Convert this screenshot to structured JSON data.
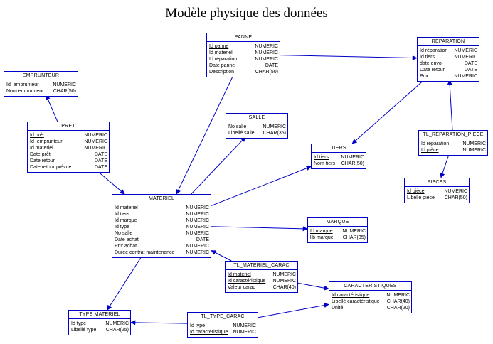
{
  "diagram": {
    "title": "Modèle physique des données",
    "tables": [
      {
        "id": "panne",
        "name": "PANNE",
        "columns": [
          {
            "name": "Id panne",
            "type": "NUMERIC",
            "pk": true
          },
          {
            "name": "Id materiel",
            "type": "NUMERIC",
            "pk": false
          },
          {
            "name": "Id réparation",
            "type": "NUMERIC",
            "pk": false
          },
          {
            "name": "Date panne",
            "type": "DATE",
            "pk": false
          },
          {
            "name": "Description",
            "type": "CHAR(50)",
            "pk": false
          }
        ]
      },
      {
        "id": "reparation",
        "name": "REPARATION",
        "columns": [
          {
            "name": "Id réparation",
            "type": "NUMERIC",
            "pk": true
          },
          {
            "name": "Id tiers",
            "type": "NUMERIC",
            "pk": false
          },
          {
            "name": "date envoi",
            "type": "DATE",
            "pk": false
          },
          {
            "name": "Date retour",
            "type": "DATE",
            "pk": false
          },
          {
            "name": "Prix",
            "type": "NUMERIC",
            "pk": false
          }
        ]
      },
      {
        "id": "emprunteur",
        "name": "EMPRUNTEUR",
        "columns": [
          {
            "name": "Id_emprunteur",
            "type": "NUMERIC",
            "pk": true
          },
          {
            "name": "Nom emprunteur",
            "type": "CHAR(50)",
            "pk": false
          }
        ]
      },
      {
        "id": "pret",
        "name": "PRET",
        "columns": [
          {
            "name": "Id prêt",
            "type": "NUMERIC",
            "pk": true
          },
          {
            "name": "Id_emprunteur",
            "type": "NUMERIC",
            "pk": false
          },
          {
            "name": "Id materiel",
            "type": "NUMERIC",
            "pk": false
          },
          {
            "name": "Date prêt",
            "type": "DATE",
            "pk": false
          },
          {
            "name": "Date retour",
            "type": "DATE",
            "pk": false
          },
          {
            "name": "Date retour prévue",
            "type": "DATE",
            "pk": false
          }
        ]
      },
      {
        "id": "salle",
        "name": "SALLE",
        "columns": [
          {
            "name": "No salle",
            "type": "NUMERIC",
            "pk": true
          },
          {
            "name": "Libellé salle",
            "type": "CHAR(35)",
            "pk": false
          }
        ]
      },
      {
        "id": "tiers",
        "name": "TIERS",
        "columns": [
          {
            "name": "Id tiers",
            "type": "NUMERIC",
            "pk": true
          },
          {
            "name": "Nom tiers",
            "type": "CHAR(50)",
            "pk": false
          }
        ]
      },
      {
        "id": "tl_reparation_piece",
        "name": "TL_REPARATION_PIECE",
        "columns": [
          {
            "name": "Id réparation",
            "type": "NUMERIC",
            "pk": true
          },
          {
            "name": "Id pièce",
            "type": "NUMERIC",
            "pk": true
          }
        ]
      },
      {
        "id": "pieces",
        "name": "PIECES",
        "columns": [
          {
            "name": "Id pièce",
            "type": "NUMERIC",
            "pk": true
          },
          {
            "name": "Libelle pièce",
            "type": "CHAR(50)",
            "pk": false
          }
        ]
      },
      {
        "id": "materiel",
        "name": "MATERIEL",
        "columns": [
          {
            "name": "Id materiel",
            "type": "NUMERIC",
            "pk": true
          },
          {
            "name": "Id tiers",
            "type": "NUMERIC",
            "pk": false
          },
          {
            "name": "Id marque",
            "type": "NUMERIC",
            "pk": false
          },
          {
            "name": "Id type",
            "type": "NUMERIC",
            "pk": false
          },
          {
            "name": "No salle",
            "type": "NUMERIC",
            "pk": false
          },
          {
            "name": "Date achat",
            "type": "DATE",
            "pk": false
          },
          {
            "name": "Prix achat",
            "type": "NUMERIC",
            "pk": false
          },
          {
            "name": "Durée contrat maintenance",
            "type": "NUMERIC",
            "pk": false
          }
        ]
      },
      {
        "id": "marque",
        "name": "MARQUE",
        "columns": [
          {
            "name": "Id marque",
            "type": "NUMERIC",
            "pk": true
          },
          {
            "name": "lib marque",
            "type": "CHAR(35)",
            "pk": false
          }
        ]
      },
      {
        "id": "tl_materiel_carac",
        "name": "TL_MATERIEL_CARAC",
        "columns": [
          {
            "name": "Id materiel",
            "type": "NUMERIC",
            "pk": true
          },
          {
            "name": "Id caractéristique",
            "type": "NUMERIC",
            "pk": true
          },
          {
            "name": "Valeur carac",
            "type": "CHAR(40)",
            "pk": false
          }
        ]
      },
      {
        "id": "caracteristiques",
        "name": "CARACTERISTIQUES",
        "columns": [
          {
            "name": "Id caractéristique",
            "type": "NUMERIC",
            "pk": true
          },
          {
            "name": "Libellé caractéristique",
            "type": "CHAR(40)",
            "pk": false
          },
          {
            "name": "Unité",
            "type": "CHAR(20)",
            "pk": false
          }
        ]
      },
      {
        "id": "type_materiel",
        "name": "TYPE MATERIEL",
        "columns": [
          {
            "name": "Id type",
            "type": "NUMERIC",
            "pk": true
          },
          {
            "name": "Libellé type",
            "type": "CHAR(25)",
            "pk": false
          }
        ]
      },
      {
        "id": "tl_type_carac",
        "name": "TL_TYPE_CARAC",
        "columns": [
          {
            "name": "Id type",
            "type": "NUMERIC",
            "pk": true
          },
          {
            "name": "Id caractéristique",
            "type": "NUMERIC",
            "pk": true
          }
        ]
      }
    ],
    "links": [
      {
        "from": "panne",
        "to": "reparation"
      },
      {
        "from": "panne",
        "to": "materiel"
      },
      {
        "from": "pret",
        "to": "emprunteur"
      },
      {
        "from": "pret",
        "to": "materiel"
      },
      {
        "from": "materiel",
        "to": "salle"
      },
      {
        "from": "materiel",
        "to": "tiers"
      },
      {
        "from": "reparation",
        "to": "tiers"
      },
      {
        "from": "tl_reparation_piece",
        "to": "reparation"
      },
      {
        "from": "tl_reparation_piece",
        "to": "pieces"
      },
      {
        "from": "materiel",
        "to": "marque"
      },
      {
        "from": "materiel",
        "to": "type_materiel"
      },
      {
        "from": "tl_materiel_carac",
        "to": "materiel"
      },
      {
        "from": "tl_materiel_carac",
        "to": "caracteristiques"
      },
      {
        "from": "tl_type_carac",
        "to": "type_materiel"
      },
      {
        "from": "tl_type_carac",
        "to": "caracteristiques"
      }
    ]
  }
}
